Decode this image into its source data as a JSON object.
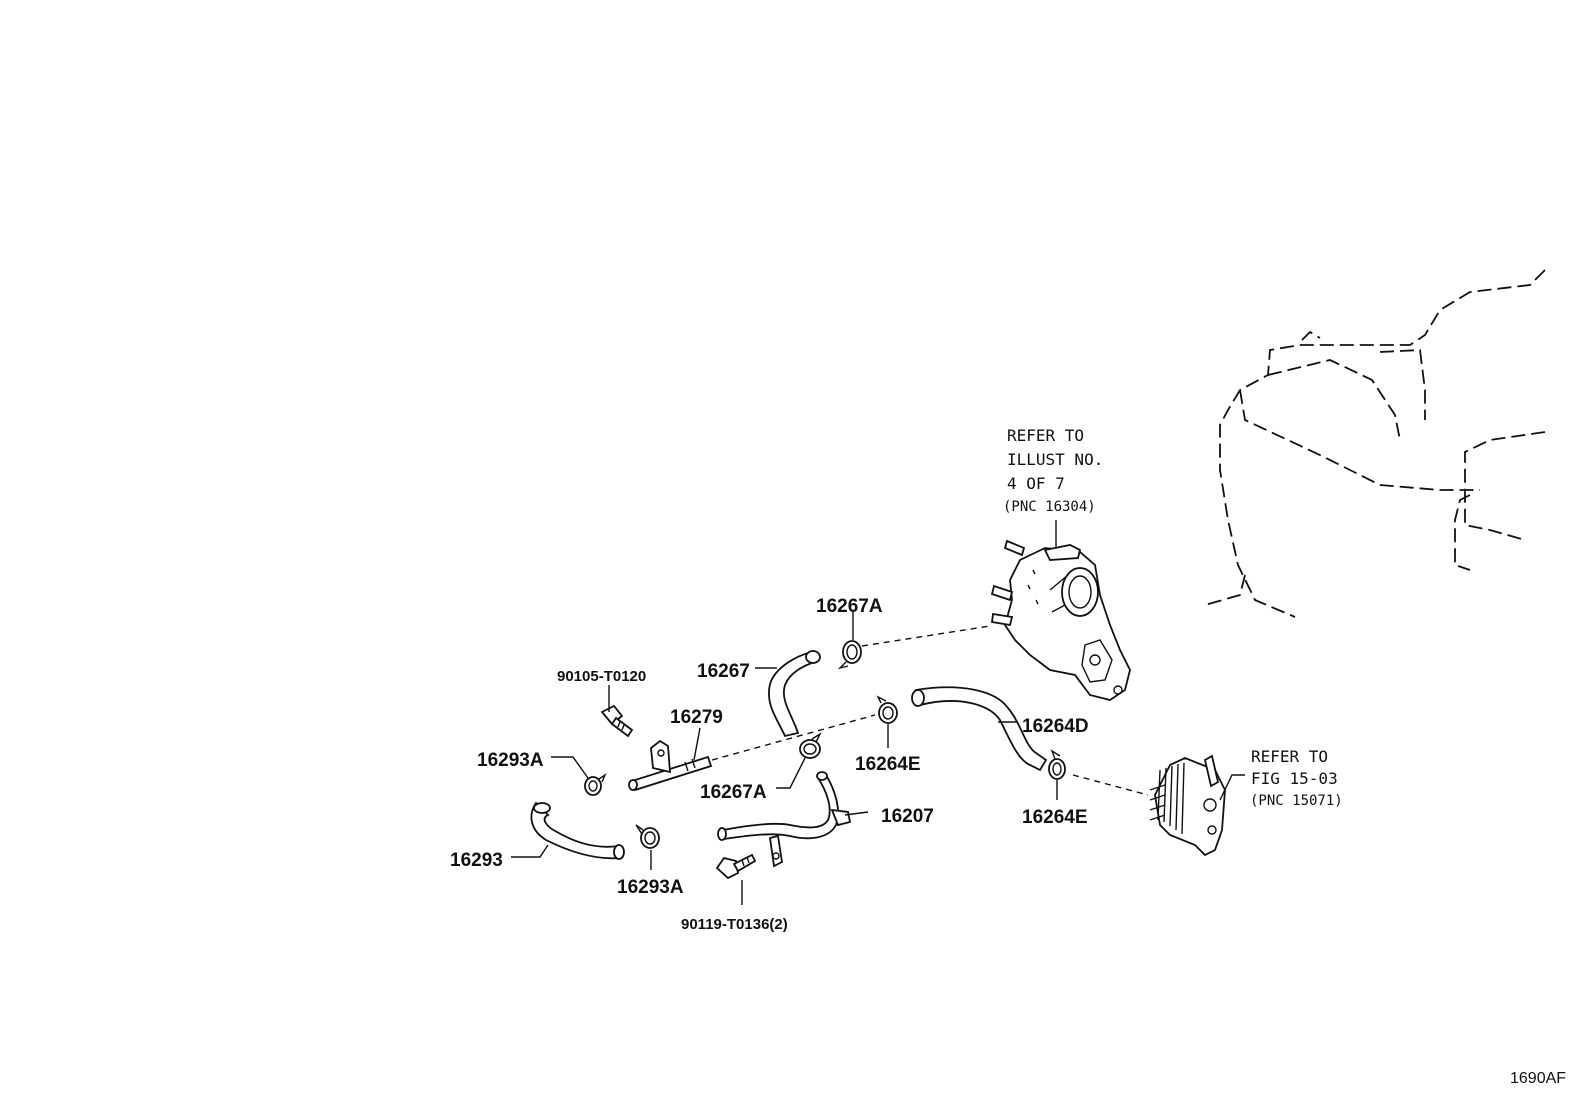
{
  "figure_code": "1690AF",
  "references": {
    "water_outlet": {
      "line1": "REFER TO",
      "line2": "ILLUST NO.",
      "line3": "4 OF 7",
      "line4": "(PNC 16304)"
    },
    "oil_cooler": {
      "line1": "REFER TO",
      "line2": "FIG 15-03",
      "line3": "(PNC 15071)"
    }
  },
  "callouts": {
    "clamp_16267A_top": "16267A",
    "hose_16267": "16267",
    "bolt_90105": "90105-T0120",
    "pipe_16279": "16279",
    "clamp_16293A_left": "16293A",
    "hose_16293": "16293",
    "clamp_16293A_bottom": "16293A",
    "clamp_16267A_bottom": "16267A",
    "pipe_16207": "16207",
    "bolt_90119": "90119-T0136(2)",
    "clamp_16264E_left": "16264E",
    "hose_16264D": "16264D",
    "clamp_16264E_right": "16264E"
  }
}
